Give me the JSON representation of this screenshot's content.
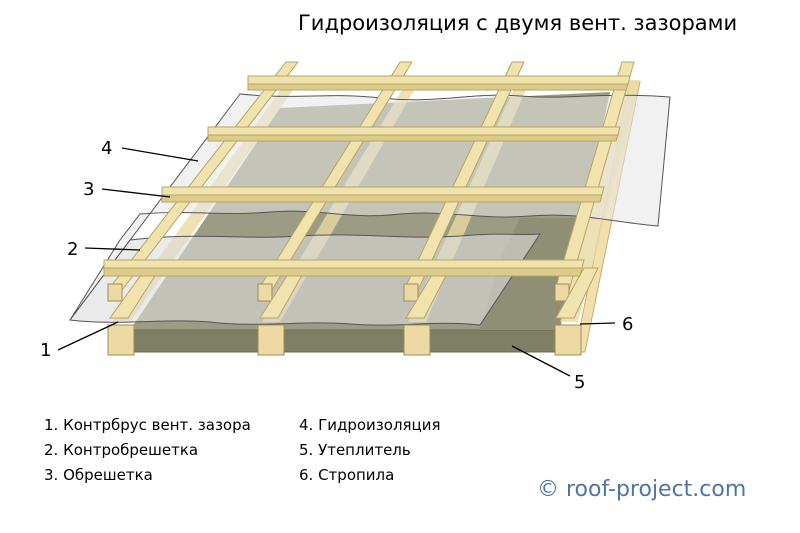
{
  "title": "Гидроизоляция с двумя вент. зазорами",
  "callouts": [
    "1",
    "2",
    "3",
    "4",
    "5",
    "6"
  ],
  "legend": {
    "left": [
      "1. Контрбрус вент. зазора",
      "2. Контробрешетка",
      "3. Обрешетка"
    ],
    "right": [
      "4. Гидроизоляция",
      "5. Утеплитель",
      "6. Стропила"
    ]
  },
  "copyright": "© roof-project.com",
  "colors": {
    "wood": "#f1e3ad",
    "insulation": "#8a8a72",
    "membrane": "#e2e2e2",
    "copyright": "#4f74a3"
  }
}
